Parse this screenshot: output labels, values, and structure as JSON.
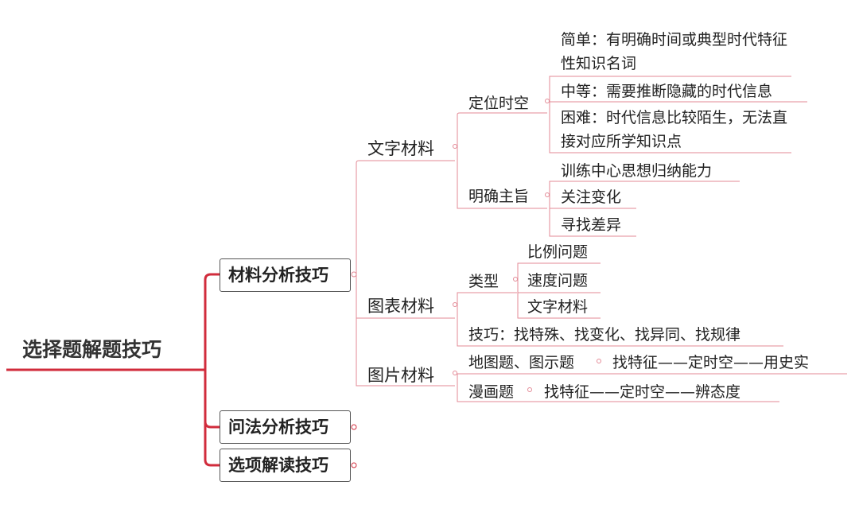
{
  "colors": {
    "branch": "#d12c3c",
    "link": "#e38a96",
    "box_border": "#555555"
  },
  "root": {
    "label": "选择题解题技巧"
  },
  "level1": {
    "material": "材料分析技巧",
    "question": "问法分析技巧",
    "option": "选项解读技巧"
  },
  "text_material": {
    "label": "文字材料",
    "locate": {
      "label": "定位时空",
      "easy": "简单：有明确时间或典型时代特征性知识名词",
      "medium": "中等：需要推断隐藏的时代信息",
      "hard": "困难：时代信息比较陌生，无法直接对应所学知识点"
    },
    "theme": {
      "label": "明确主旨",
      "items": [
        "训练中心思想归纳能力",
        "关注变化",
        "寻找差异"
      ]
    }
  },
  "chart_material": {
    "label": "图表材料",
    "types": {
      "label": "类型",
      "items": [
        "比例问题",
        "速度问题",
        "文字材料"
      ]
    },
    "tips": "技巧：找特殊、找变化、找异同、找规律"
  },
  "picture_material": {
    "label": "图片材料",
    "map": {
      "label": "地图题、图示题",
      "method": "找特征——定时空——用史实"
    },
    "cartoon": {
      "label": "漫画题",
      "method": "找特征——定时空——辨态度"
    }
  }
}
